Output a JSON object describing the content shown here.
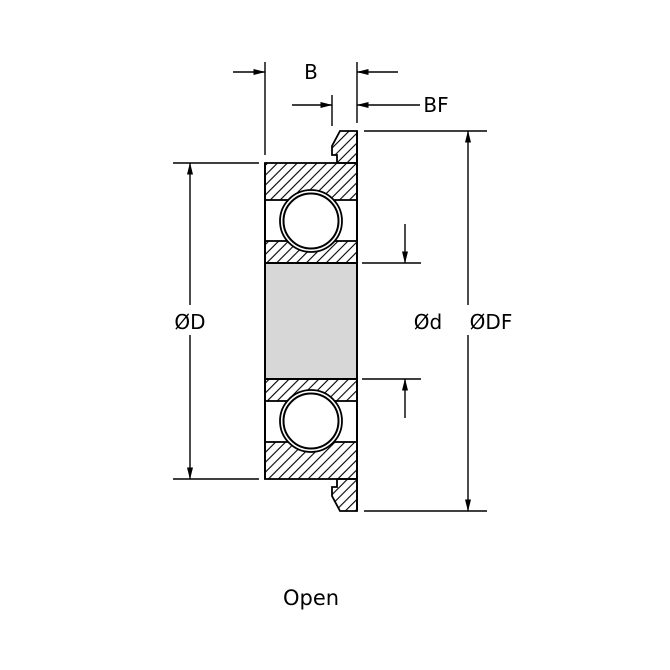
{
  "labels": {
    "width": "B",
    "flange_width": "BF",
    "outer_diameter": "ØD",
    "bore_diameter": "Ød",
    "flange_diameter": "ØDF",
    "type": "Open"
  },
  "colors": {
    "line": "#000000",
    "bore_fill": "#d7d7d7",
    "background": "#ffffff"
  }
}
